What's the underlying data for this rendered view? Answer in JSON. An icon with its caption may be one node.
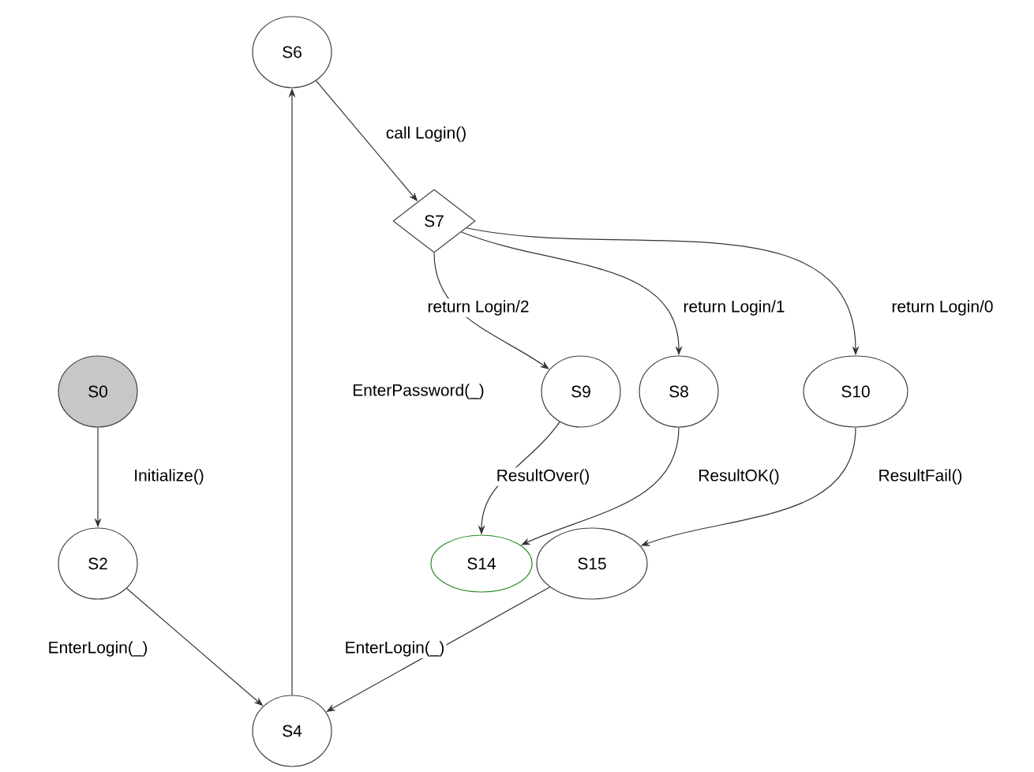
{
  "diagram": {
    "nodes": [
      {
        "text": [
          "S6"
        ]
      },
      {
        "text": [
          "S7"
        ]
      },
      {
        "text": [
          "S0"
        ]
      },
      {
        "text": [
          "S9"
        ]
      },
      {
        "text": [
          "S8"
        ]
      },
      {
        "text": [
          "S10"
        ]
      },
      {
        "text": [
          "S2"
        ]
      },
      {
        "text": [
          "S14"
        ]
      },
      {
        "text": [
          "S15"
        ]
      },
      {
        "text": [
          "S4"
        ]
      }
    ],
    "edges": [
      {
        "from": 2,
        "to": 6,
        "arrow": "to",
        "label": "Initialize()"
      },
      {
        "from": 6,
        "to": 9,
        "arrow": "to",
        "label": "EnterLogin(_)"
      },
      {
        "from": 9,
        "to": 0,
        "arrow": "to",
        "label": "EnterPassword(_)"
      },
      {
        "from": 0,
        "to": 1,
        "arrow": "to",
        "label": "call Login()"
      },
      {
        "from": 1,
        "to": 3,
        "arrow": "to",
        "label": "return Login/2"
      },
      {
        "from": 1,
        "to": 4,
        "arrow": "to",
        "label": "return Login/1"
      },
      {
        "from": 1,
        "to": 5,
        "arrow": "to",
        "label": "return Login/0"
      },
      {
        "from": 3,
        "to": 7,
        "arrow": "to",
        "label": "ResultOver()"
      },
      {
        "from": 4,
        "to": 7,
        "arrow": "to",
        "label": "ResultOK()"
      },
      {
        "from": 5,
        "to": 8,
        "arrow": "to",
        "label": "ResultFail()"
      },
      {
        "from": 8,
        "to": 9,
        "arrow": "to",
        "label": "EnterLogin(_)"
      }
    ]
  }
}
